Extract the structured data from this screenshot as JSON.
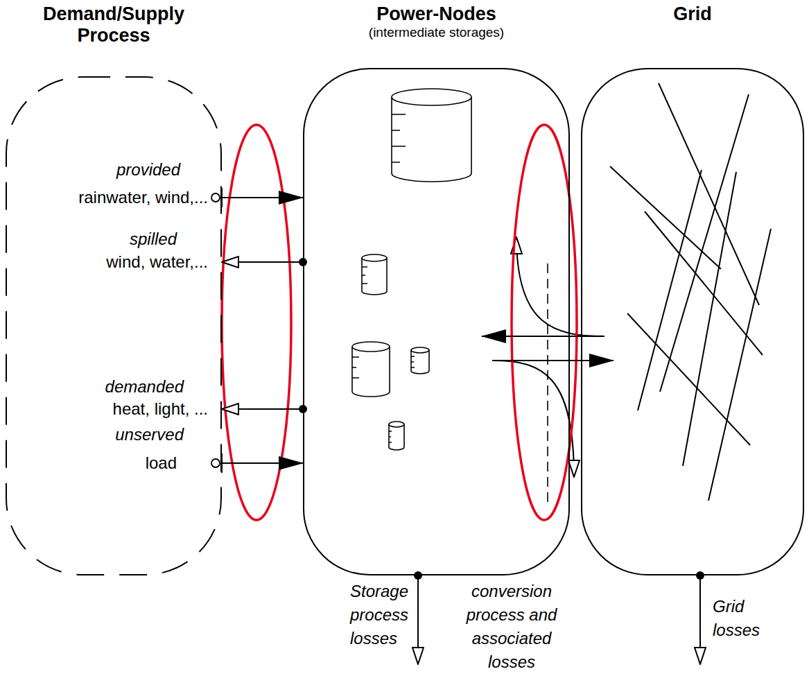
{
  "diagram": {
    "nodes": [
      {
        "text": [
          "Demand/Supply Process",
          "provided",
          "rainwater, wind,...",
          "spilled",
          "wind, water,...",
          "demanded",
          "heat, light, ...",
          "unserved",
          "load"
        ]
      },
      {
        "text": [
          "Power-Nodes",
          "(intermediate storages)"
        ]
      },
      {
        "text": [
          "Grid"
        ]
      }
    ],
    "edges": [
      {
        "from": 0,
        "to": 1,
        "arrow": "to"
      },
      {
        "from": 1,
        "to": 0,
        "arrow": "to"
      },
      {
        "from": 1,
        "to": 0,
        "arrow": "to"
      },
      {
        "from": 0,
        "to": 1,
        "arrow": "to"
      },
      {
        "from": 2,
        "to": 1,
        "arrow": "to"
      },
      {
        "from": 1,
        "to": 2,
        "arrow": "to"
      }
    ],
    "labels": [
      "Storage process losses",
      "conversion process and associated losses",
      "Grid losses"
    ]
  }
}
